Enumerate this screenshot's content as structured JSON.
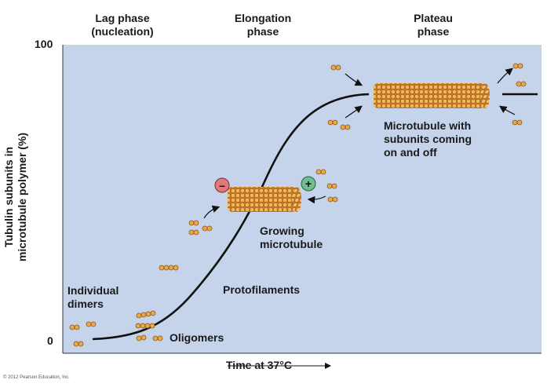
{
  "phases": {
    "lag": [
      "Lag phase",
      "(nucleation)"
    ],
    "elongation": [
      "Elongation",
      "phase"
    ],
    "plateau": [
      "Plateau",
      "phase"
    ]
  },
  "axes": {
    "y_max": "100",
    "y_min": "0",
    "y_label": [
      "Tubulin subunits in",
      "microtubule polymer (%)"
    ],
    "x_label": "Time at 37°C"
  },
  "labels": {
    "individual_dimers": [
      "Individual",
      "dimers"
    ],
    "oligomers": "Oligomers",
    "protofilaments": "Protofilaments",
    "growing_microtubule": [
      "Growing",
      "microtubule"
    ],
    "microtubule_plateau": [
      "Microtubule with",
      "subunits coming",
      "on and off"
    ],
    "minus_end": "–",
    "plus_end": "+"
  },
  "copyright": "© 2012 Pearson Education, Inc.",
  "colors": {
    "panel": "#c5d4ea",
    "dimer": "#eaa84a",
    "dimer_stroke": "#8a5513",
    "minus": "#e07a7a",
    "plus": "#6fc08f"
  }
}
